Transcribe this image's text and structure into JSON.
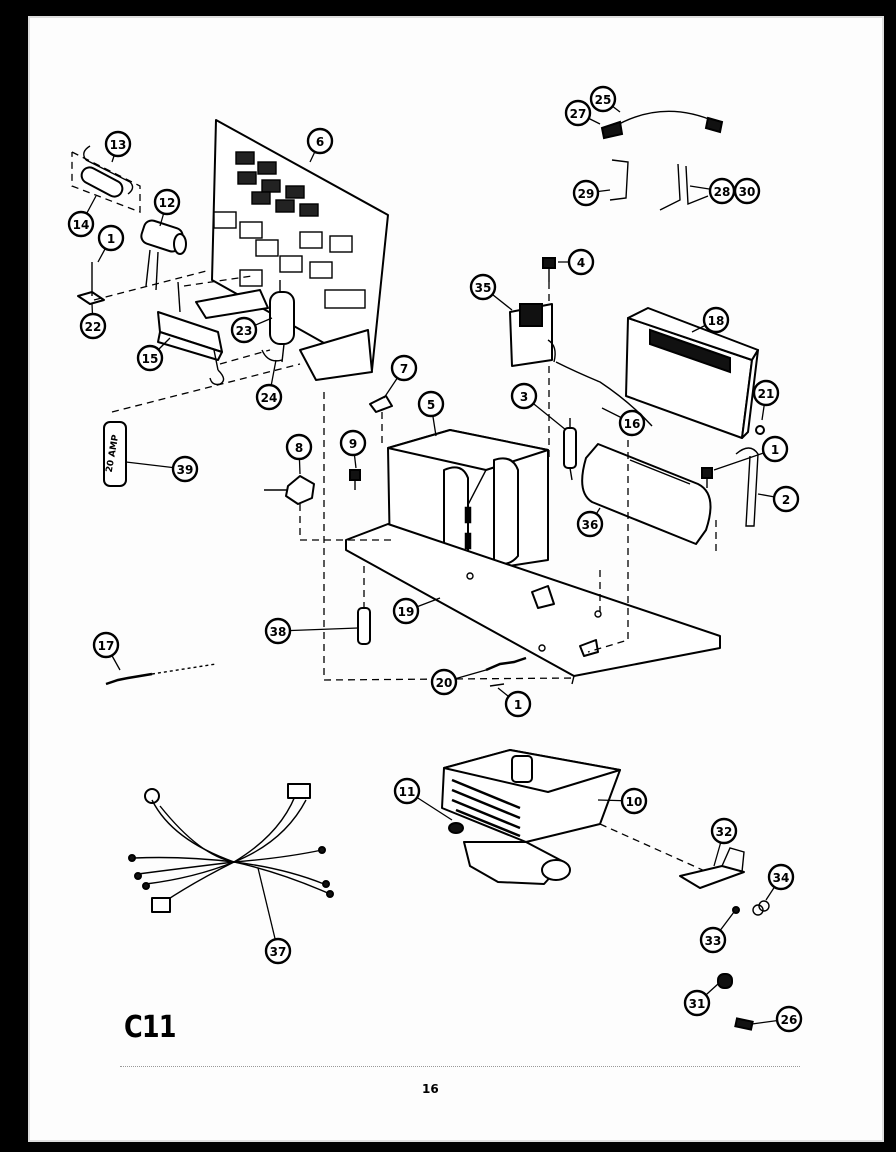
{
  "section_label": "C11",
  "page_number": "16",
  "callouts": [
    "1",
    "2",
    "3",
    "4",
    "5",
    "6",
    "7",
    "8",
    "9",
    "10",
    "11",
    "12",
    "13",
    "14",
    "15",
    "16",
    "17",
    "18",
    "19",
    "20",
    "21",
    "22",
    "23",
    "24",
    "25",
    "26",
    "27",
    "28",
    "29",
    "30",
    "31",
    "32",
    "33",
    "34",
    "35",
    "36",
    "37",
    "38",
    "39"
  ],
  "part_markings": [
    "20 AMP"
  ]
}
